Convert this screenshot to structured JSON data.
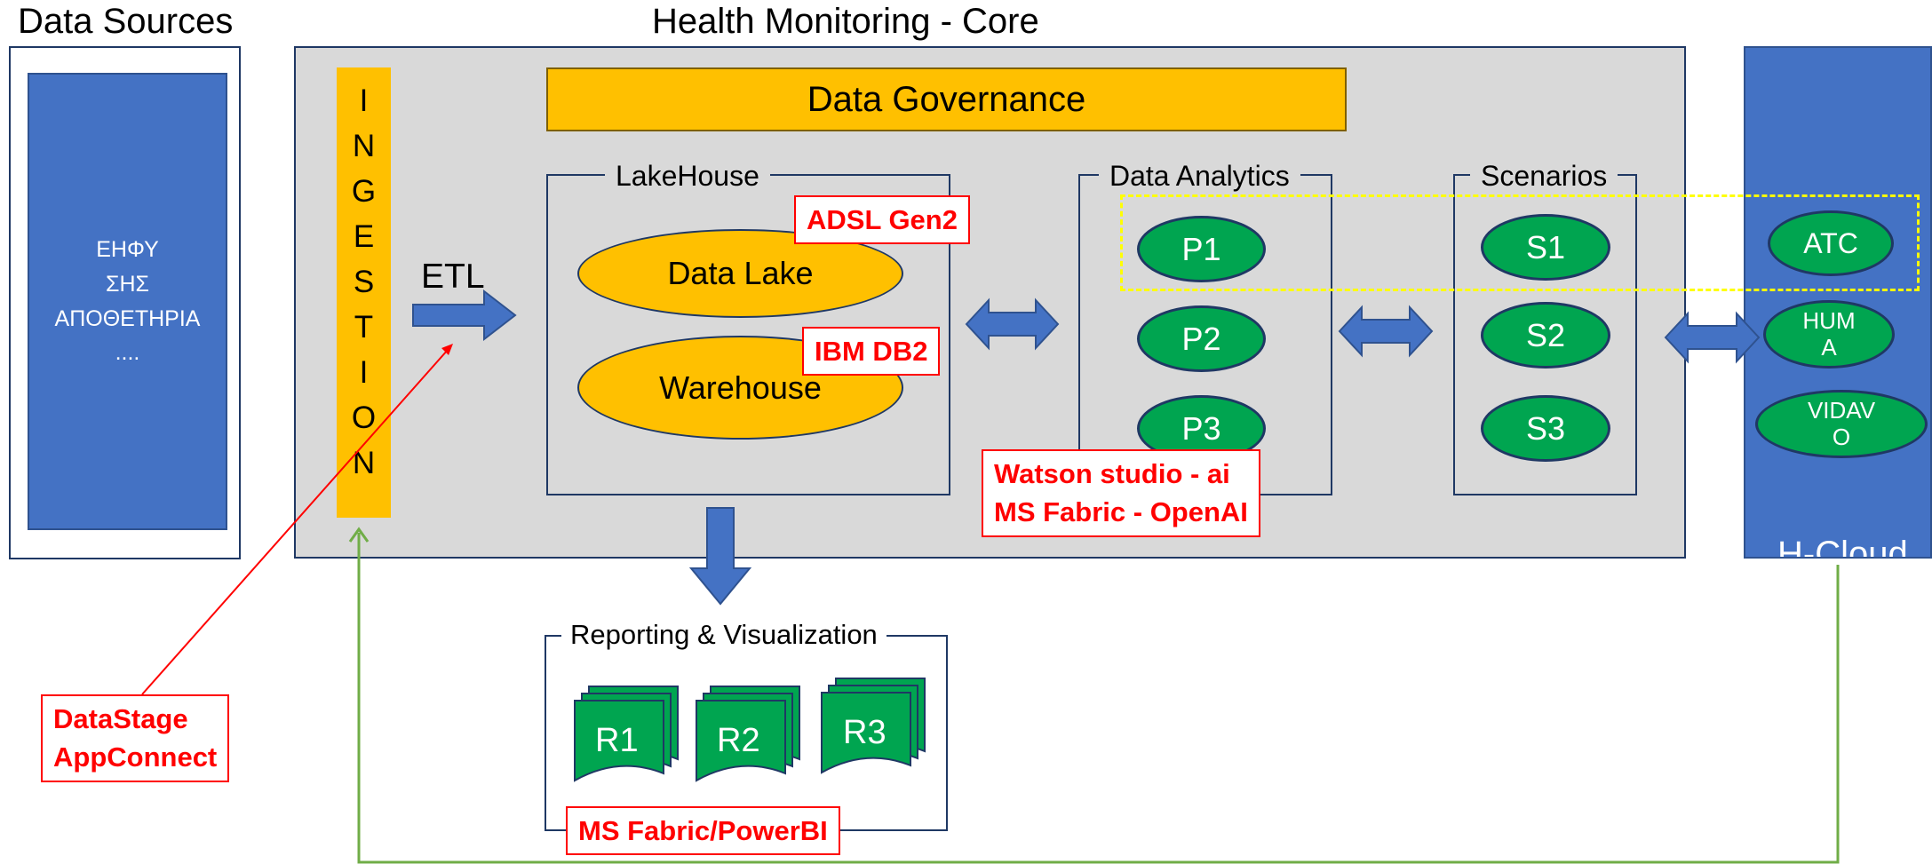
{
  "data_sources": {
    "title": "Data Sources",
    "lines": [
      "ΕΗΦΥ",
      "ΣΗΣ",
      "ΑΠΟΘΕΤΗΡΙΑ",
      "...."
    ]
  },
  "core": {
    "title": "Health Monitoring - Core",
    "ingestion_letters": [
      "I",
      "N",
      "G",
      "E",
      "S",
      "T",
      "I",
      "O",
      "N"
    ],
    "etl_label": "ETL",
    "data_governance": "Data Governance",
    "lakehouse": {
      "label": "LakeHouse",
      "data_lake": "Data Lake",
      "warehouse": "Warehouse",
      "data_lake_tool": "ADSL Gen2",
      "warehouse_tool": "IBM DB2"
    },
    "data_analytics": {
      "label": "Data Analytics",
      "items": [
        "P1",
        "P2",
        "P3"
      ],
      "tools": [
        "Watson studio - ai",
        "MS Fabric - OpenAI"
      ]
    },
    "scenarios": {
      "label": "Scenarios",
      "items": [
        "S1",
        "S2",
        "S3"
      ]
    }
  },
  "cloud": {
    "label": "H-Cloud",
    "items": [
      "ATC",
      "HUM A",
      "VIDAV O"
    ],
    "item_lines": [
      [
        "ATC"
      ],
      [
        "HUM",
        "A"
      ],
      [
        "VIDAV",
        "O"
      ]
    ]
  },
  "reporting": {
    "label": "Reporting & Visualization",
    "items": [
      "R1",
      "R2",
      "R3"
    ],
    "tool": "MS Fabric/PowerBI"
  },
  "ingestion_tools": [
    "DataStage",
    "AppConnect"
  ],
  "colors": {
    "blue": "#4472c4",
    "orange": "#ffc000",
    "green": "#00a550",
    "red": "#ff0000",
    "gray": "#d9d9d9",
    "dashed_highlight": "#ffff00",
    "feedback_line": "#70ad47"
  }
}
